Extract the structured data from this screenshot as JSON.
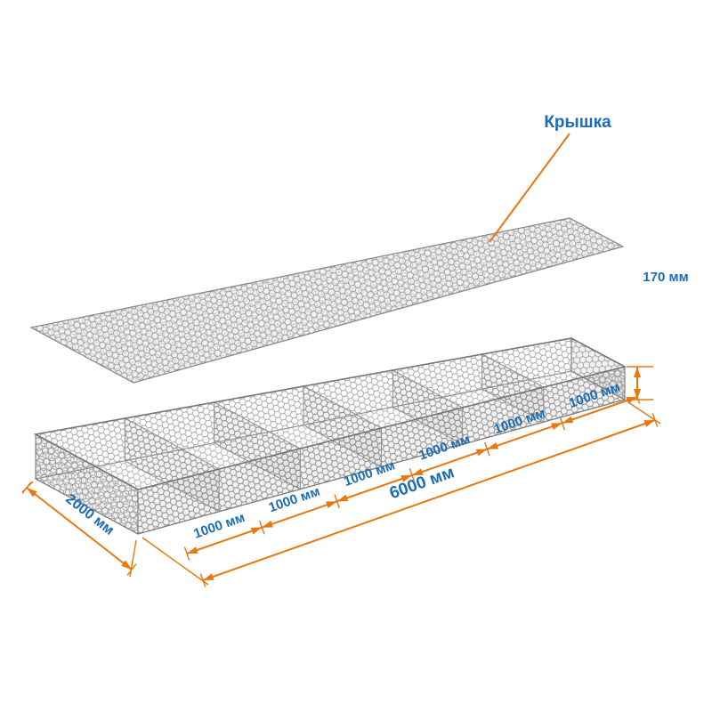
{
  "diagram": {
    "lid_label": "Крышка",
    "height_label": "170 мм",
    "width_label": "2000 мм",
    "length_label": "6000 мм",
    "segment_labels": [
      "1000 мм",
      "1000 мм",
      "1000 мм",
      "1000 мм",
      "1000 мм",
      "1000 мм"
    ],
    "colors": {
      "dimension": "#e8770e",
      "label": "#1a6cb5",
      "mesh": "#8a8a8a"
    }
  }
}
